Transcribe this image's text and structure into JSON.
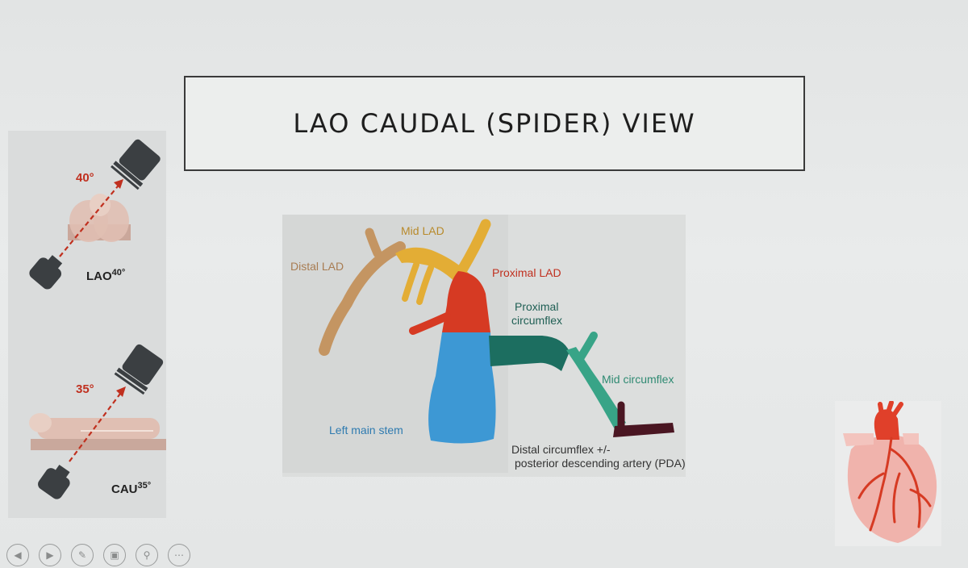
{
  "slide": {
    "title": "LAO CAUDAL (SPIDER) VIEW"
  },
  "projections": {
    "lao": {
      "angle": "40°",
      "label": "LAO",
      "sup": "40°"
    },
    "caudal": {
      "angle": "35°",
      "label": "CAU",
      "sup": "35°"
    }
  },
  "vessels": {
    "mid_lad": "Mid LAD",
    "distal_lad": "Distal LAD",
    "proximal_lad": "Proximal LAD",
    "proximal_circumflex_1": "Proximal",
    "proximal_circumflex_2": "circumflex",
    "mid_circumflex": "Mid circumflex",
    "left_main_stem": "Left main stem",
    "distal_circumflex_1": "Distal circumflex +/-",
    "distal_circumflex_2": "posterior descending artery (PDA)"
  },
  "colors": {
    "distal_lad": "#c49562",
    "mid_lad": "#e3ad35",
    "proximal_lad": "#d63a23",
    "left_main_stem": "#3d98d4",
    "proximal_circumflex": "#1c6e60",
    "mid_circumflex": "#38a487",
    "distal_circumflex": "#4a1622",
    "angle_accent": "#c0301f"
  },
  "toolbar": {
    "icons": [
      "prev-icon",
      "play-icon",
      "pen-icon",
      "copy-icon",
      "zoom-icon",
      "more-icon"
    ]
  }
}
